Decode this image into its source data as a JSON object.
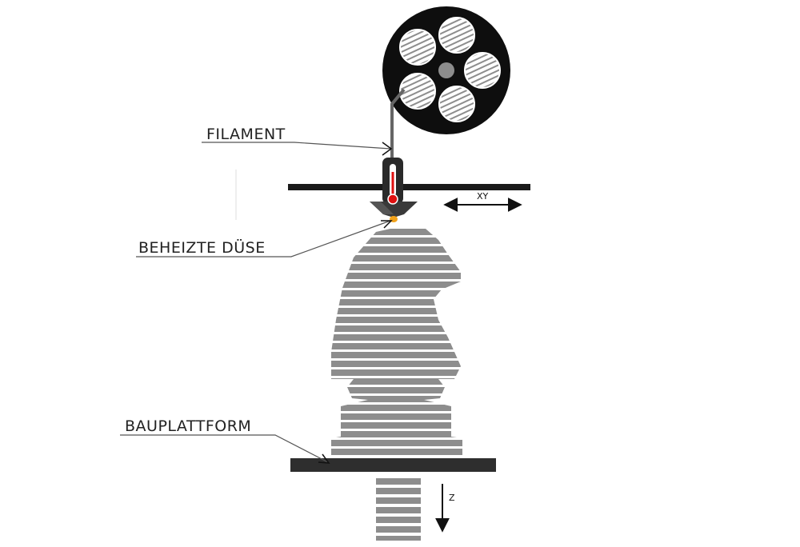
{
  "labels": {
    "filament": "FILAMENT",
    "heated_nozzle": "BEHEIZTE DÜSE",
    "build_platform": "BAUPLATTFORM",
    "xy_axis": "XY",
    "z_axis": "Z"
  },
  "colors": {
    "background": "#ffffff",
    "spool": "#0e0e0e",
    "layer_stripe": "#8d8d8d",
    "platform": "#2e2e2e",
    "filament_strand": "#666666",
    "thermometer_fill": "#e01010",
    "nozzle_tip": "#f2a21a",
    "leader_line": "#555555"
  },
  "icons": {
    "spool": "filament-spool-icon",
    "thermometer": "thermometer-icon",
    "print_object": "chess-knight-icon"
  }
}
